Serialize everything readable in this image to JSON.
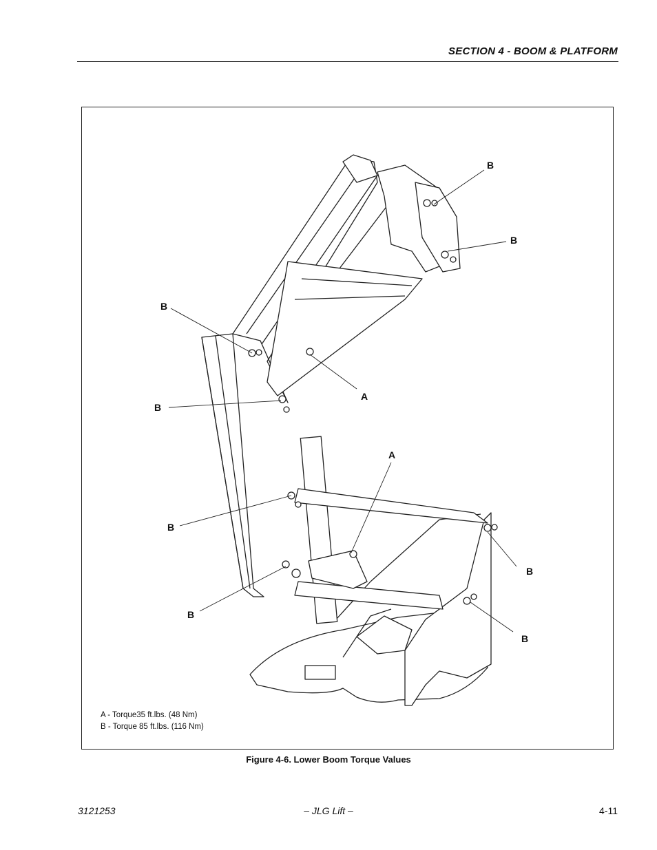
{
  "header": {
    "section_title": "SECTION 4 - BOOM & PLATFORM"
  },
  "figure": {
    "callouts": {
      "b1": "B",
      "b2": "B",
      "b3": "B",
      "b4": "B",
      "b5": "B",
      "b6": "B",
      "b7": "B",
      "b8": "B",
      "a1": "A",
      "a2": "A"
    },
    "legend": {
      "a": "A - Torque35 ft.lbs. (48 Nm)",
      "b": "B - Torque 85 ft.lbs. (116 Nm)"
    },
    "caption": "Figure 4-6.  Lower Boom Torque Values"
  },
  "footer": {
    "doc_number": "3121253",
    "center": "– JLG Lift –",
    "page": "4-11"
  }
}
